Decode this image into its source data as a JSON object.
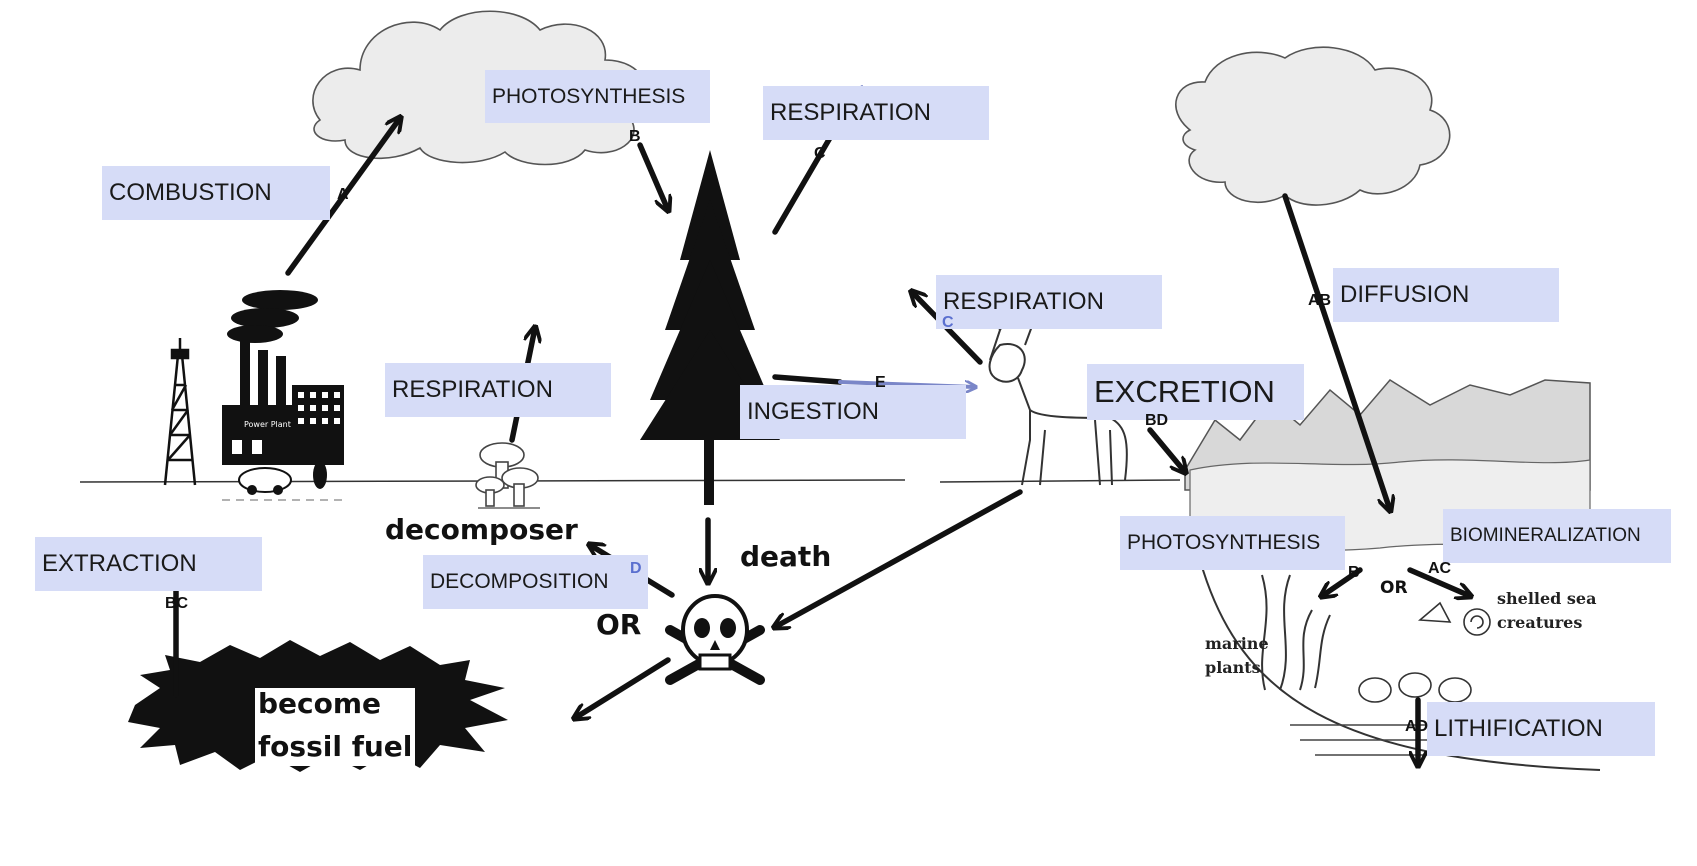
{
  "labels": {
    "combustion": "COMBUSTION",
    "photosynthesis_land": "PHOTOSYNTHESIS",
    "respiration_tree": "RESPIRATION",
    "respiration_deer": "RESPIRATION",
    "respiration_decomposer": "RESPIRATION",
    "ingestion": "INGESTION",
    "excretion": "EXCRETION",
    "diffusion": "DIFFUSION",
    "extraction": "EXTRACTION",
    "decomposition": "DECOMPOSITION",
    "photosynthesis_marine": "PHOTOSYNTHESIS",
    "biomineralization": "BIOMINERALIZATION",
    "lithification": "LITHIFICATION"
  },
  "codes": {
    "combustion": "A",
    "photosynthesis_land": "B",
    "respiration_tree": "C",
    "respiration_deer": "C",
    "ingestion": "E",
    "excretion": "BD",
    "diffusion": "AB",
    "extraction": "BC",
    "decomposition": "D",
    "marine_photosynthesis": "B",
    "biomineralization": "AC",
    "lithification": "AD"
  },
  "text": {
    "decomposer": "decomposer",
    "death": "death",
    "or_left": "OR",
    "or_marine": "OR",
    "fossil_line1": "become",
    "fossil_line2": "fossil fuel",
    "marine_plants_line1": "marine",
    "marine_plants_line2": "plants",
    "shelled_line1": "shelled sea",
    "shelled_line2": "creatures",
    "power_plant_sign": "Power Plant"
  }
}
